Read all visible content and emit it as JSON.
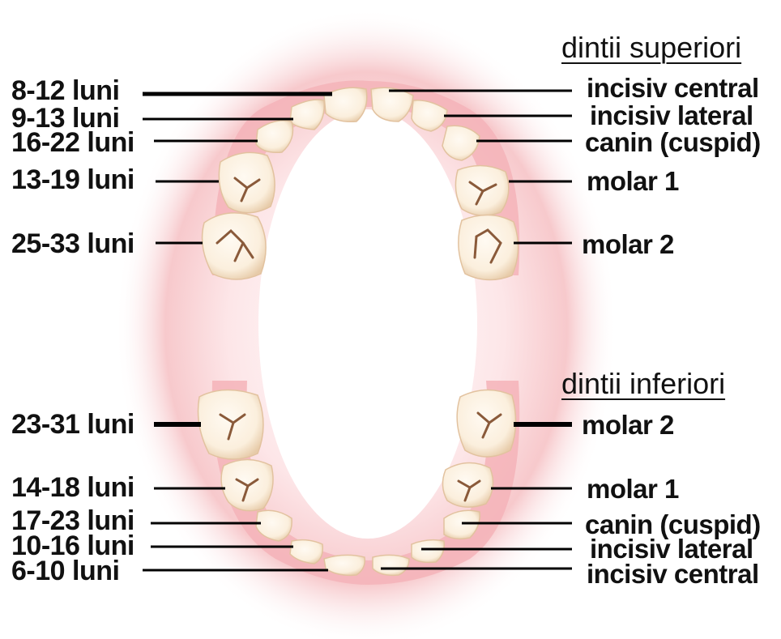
{
  "headers": {
    "upper": "dintii superiori",
    "lower": "dintii inferiori"
  },
  "upper_teeth": [
    {
      "age": "8-12 luni",
      "name": "incisiv central"
    },
    {
      "age": "9-13 luni",
      "name": "incisiv lateral"
    },
    {
      "age": "16-22 luni",
      "name": "canin (cuspid)"
    },
    {
      "age": "13-19 luni",
      "name": "molar 1"
    },
    {
      "age": "25-33 luni",
      "name": "molar 2"
    }
  ],
  "lower_teeth": [
    {
      "age": "23-31 luni",
      "name": "molar 2"
    },
    {
      "age": "14-18 luni",
      "name": "molar 1"
    },
    {
      "age": "17-23 luni",
      "name": "canin (cuspid)"
    },
    {
      "age": "10-16 luni",
      "name": "incisiv lateral"
    },
    {
      "age": "6-10 luni",
      "name": "incisiv central"
    }
  ],
  "colors": {
    "gum_glow": "#f7c9cc",
    "gum": "#f2a3ab",
    "tooth": "#fbf2e4",
    "tooth_shadow": "#e9cfb2",
    "fissure": "#8a5a3a",
    "line": "#000000"
  }
}
